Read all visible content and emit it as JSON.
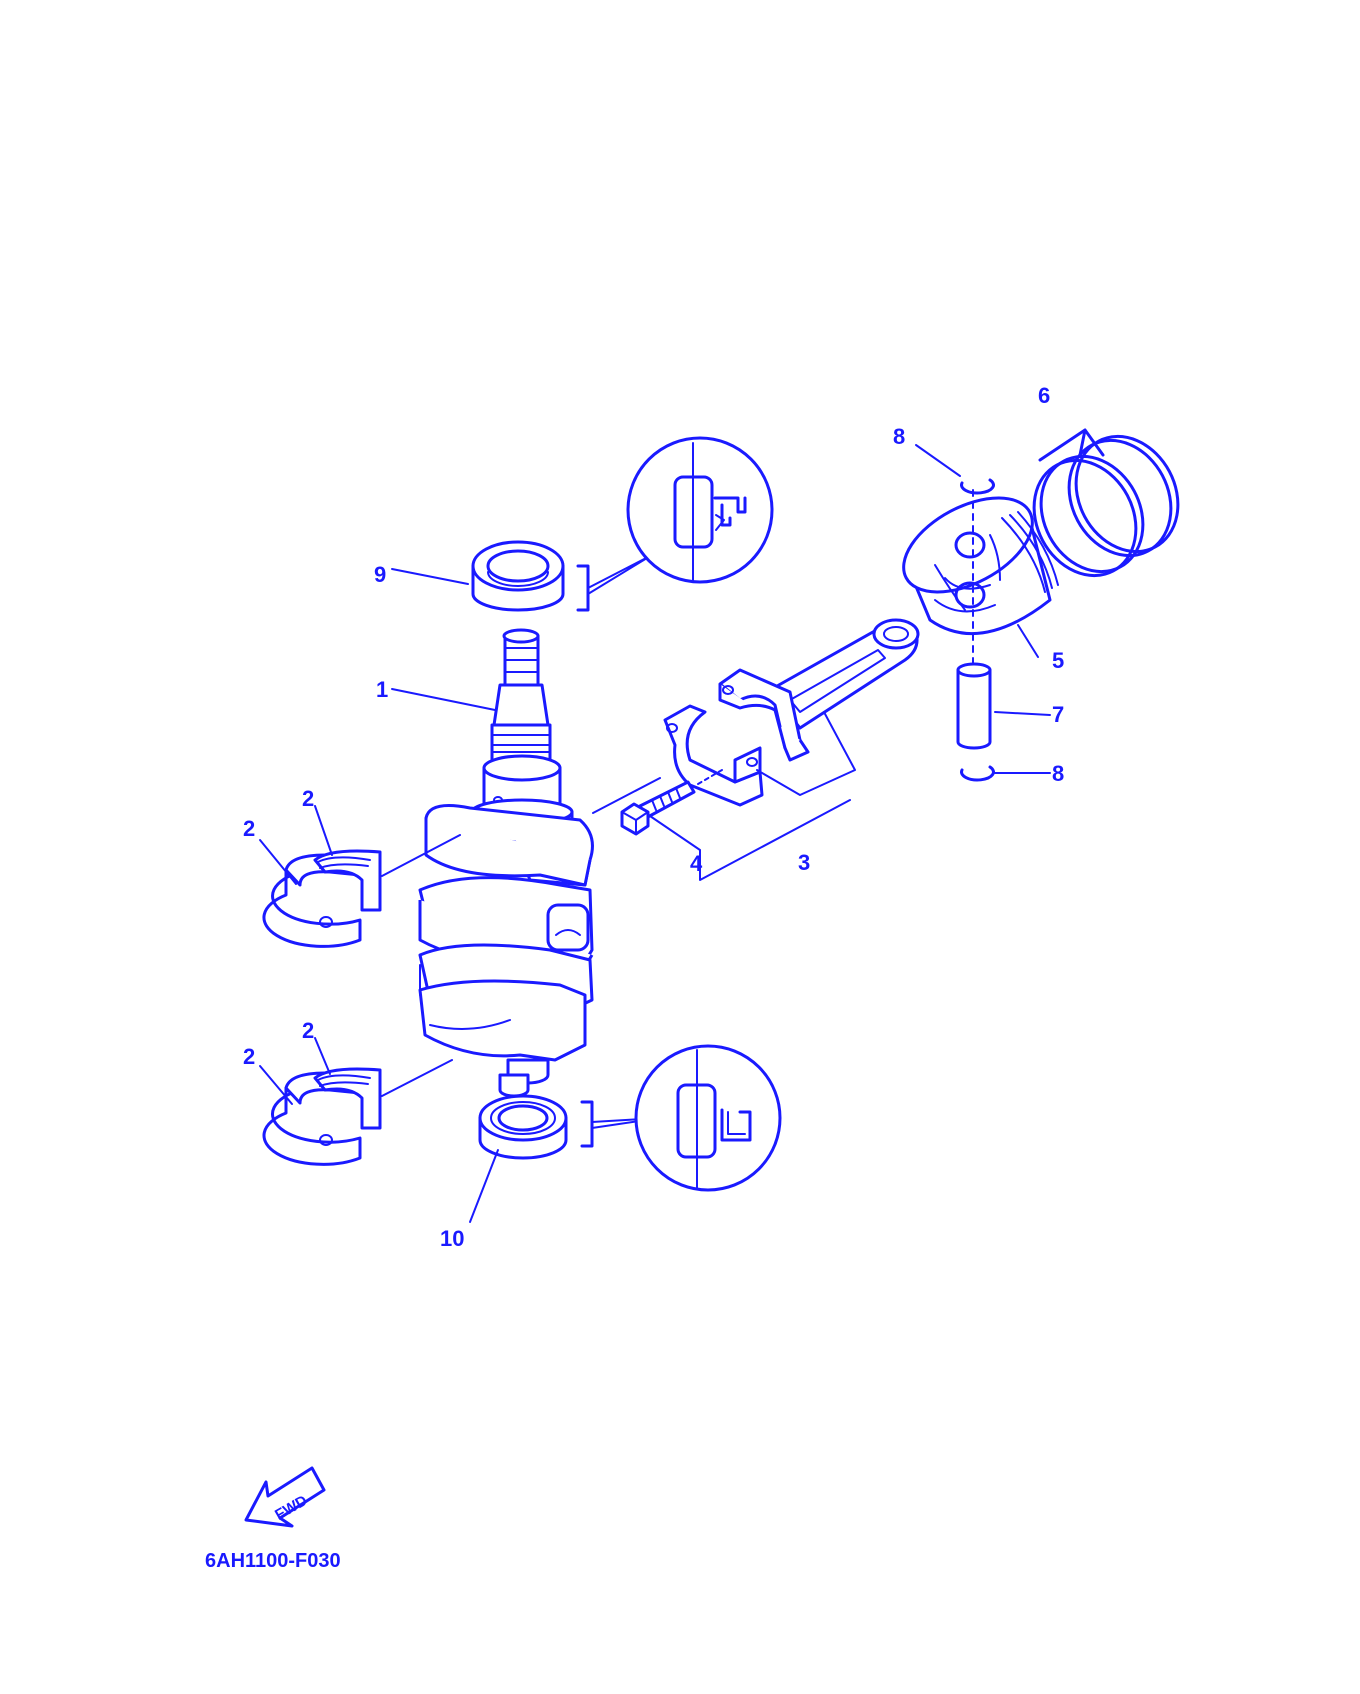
{
  "diagram": {
    "drawing_code": "6AH1100-F030",
    "fwd_label": "FWD",
    "callouts": {
      "c1": "1",
      "c2a": "2",
      "c2b": "2",
      "c2c": "2",
      "c2d": "2",
      "c3": "3",
      "c4": "4",
      "c5": "5",
      "c6": "6",
      "c7": "7",
      "c8a": "8",
      "c8b": "8",
      "c9": "9",
      "c10": "10"
    },
    "line_color": "#1a1aff",
    "background": "#ffffff"
  }
}
